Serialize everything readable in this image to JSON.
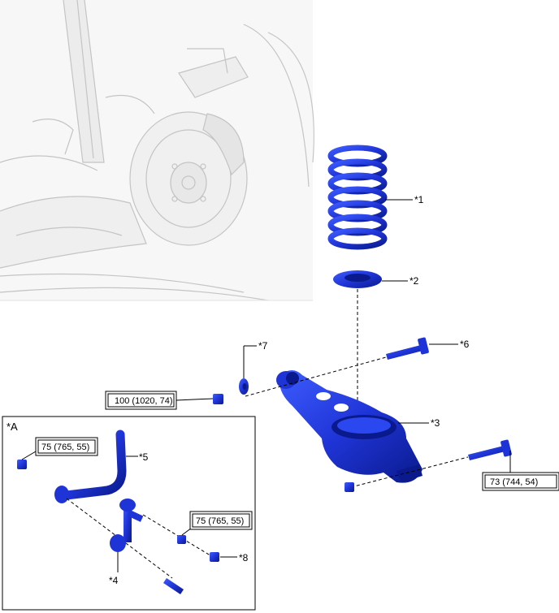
{
  "callouts": {
    "c1": "*1",
    "c2": "*2",
    "c3": "*3",
    "c4": "*4",
    "c5": "*5",
    "c6": "*6",
    "c7": "*7",
    "c8": "*8"
  },
  "torques": {
    "t_link": "100 (1020, 74)",
    "t_bolt": "73 (744, 54)",
    "t_stab_nut": "75 (765, 55)",
    "t_link_nut": "75 (765, 55)"
  },
  "inset": {
    "label": "*A"
  },
  "colors": {
    "part_blue": "#1f34d6",
    "part_dark": "#0a1a8c",
    "line": "#000000",
    "sketch": "#bfbfbf"
  }
}
